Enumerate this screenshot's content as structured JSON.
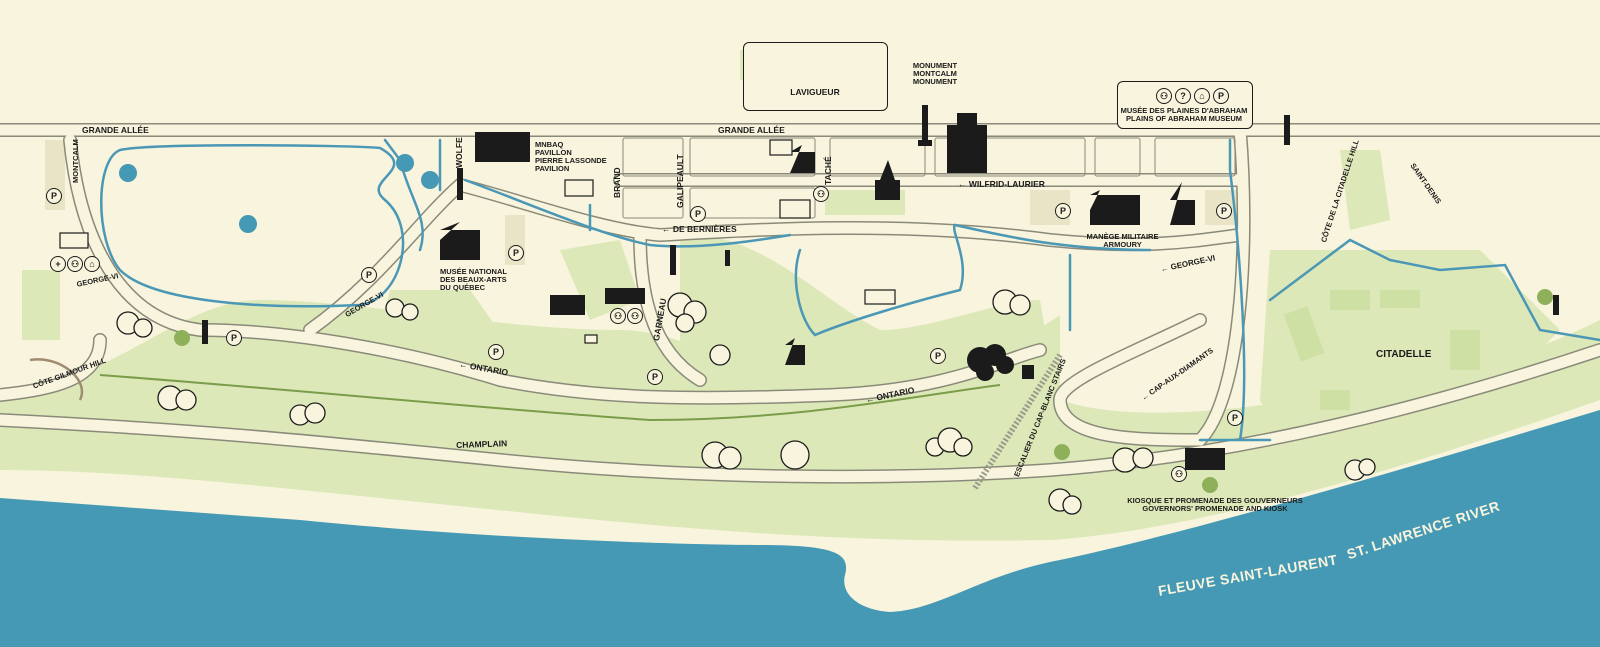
{
  "colors": {
    "background": "#f8f4dd",
    "park_green": "#dde8b8",
    "trail_blue": "#4a97b6",
    "river": "#4599b4",
    "road": "#f8f4dd",
    "ink": "#1b1b1b"
  },
  "streets": {
    "grande_allee_w": "GRANDE ALLÉE",
    "grande_allee_e": "GRANDE ALLÉE",
    "montcalm": "MONTCALM",
    "wolfe": "WOLFE",
    "brand": "BRAND",
    "galipeault": "GALIPEAULT",
    "tache": "TACHÉ",
    "de_bernieres": "← DE BERNIÈRES",
    "wilfrid_laurier": "← WILFRID-LAURIER",
    "george_vi_w": "GEORGE-VI",
    "george_vi_mid": "GEORGE-VI",
    "george_vi_e": "← GEORGE-VI",
    "garneau": "GARNEAU",
    "ontario_w": "← ONTARIO",
    "ontario_e": "← ONTARIO",
    "champlain": "CHAMPLAIN",
    "cote_gilmour": "CÔTE GILMOUR HILL",
    "cap_aux_diamants": "← CAP-AUX-DIAMANTS",
    "cote_citadelle": "CÔTE DE LA CITADELLE HILL",
    "saint_denis": "SAINT-DENIS",
    "escalier": "ESCALIER DU CAP-BLANC STAIRS"
  },
  "places": {
    "lavigueur": "LAVIGUEUR",
    "monument": "MONUMENT\nMONTCALM\nMONUMENT",
    "mnbaq": "MNBAQ\nPAVILLON\nPIERRE LASSONDE\nPAVILION",
    "musee_beaux_arts": "MUSÉE NATIONAL\nDES BEAUX-ARTS\nDU QUÉBEC",
    "musee_plaines": "MUSÉE DES PLAINES D'ABRAHAM\nPLAINS OF ABRAHAM MUSEUM",
    "manege": "MANÈGE MILITAIRE\nARMOURY",
    "citadelle": "CITADELLE",
    "kiosque": "KIOSQUE ET PROMENADE DES GOUVERNEURS\nGOVERNORS' PROMENADE AND KIOSK"
  },
  "water": {
    "fr": "FLEUVE SAINT-LAURENT",
    "en": "ST. LAWRENCE RIVER"
  },
  "symbols": {
    "parking": "P",
    "info": "?",
    "parking_icon": "parking-icon",
    "restroom_icon": "restroom-icon",
    "info_icon": "info-icon",
    "museum_icon": "museum-icon",
    "tree_icon": "tree-icon",
    "firstaid": "+"
  }
}
